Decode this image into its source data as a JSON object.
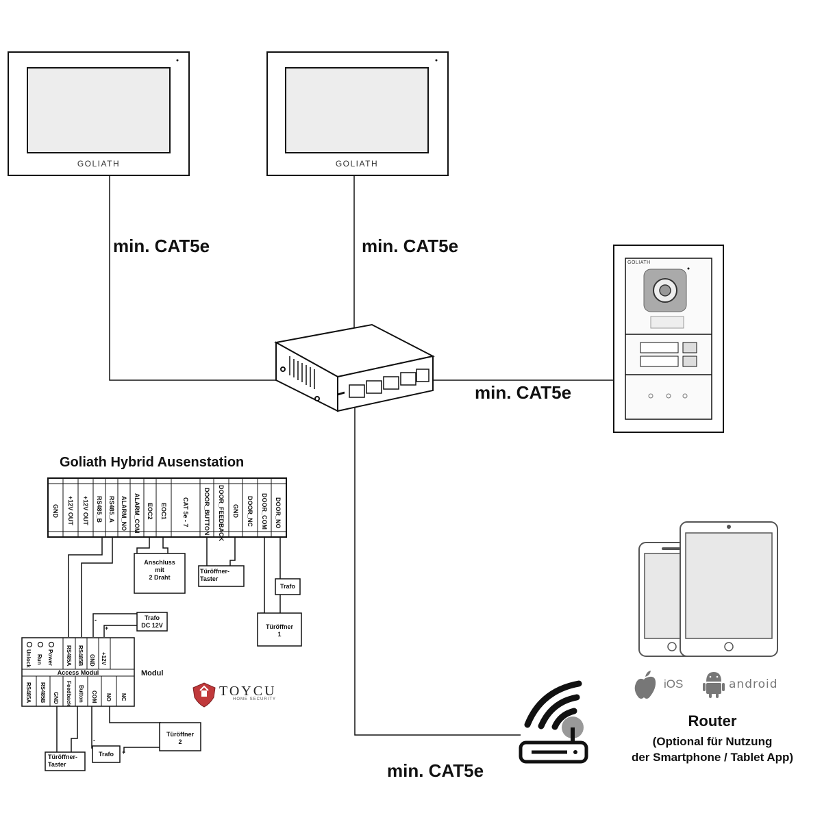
{
  "monitor_brand": "GOLIATH",
  "doorstation_brand": "GOLIATH",
  "cable_label": "min. CAT5e",
  "hybrid_title": "Goliath Hybrid Ausenstation",
  "hybrid_terminals": [
    "GND",
    "+12V OUT",
    "+12V OUT",
    "RS485_B",
    "RS485_A",
    "ALARM_NO",
    "ALARM_COM",
    "EOC2",
    "EOC1",
    "CAT 5e - 7",
    "DOOR_BUTTON",
    "DOOR_FEEDBACK",
    "GND",
    "DOOR_NC",
    "DOOR_COM",
    "DOOR_NO"
  ],
  "boxes": {
    "anschluss": [
      "Anschluss",
      "mit",
      "2 Draht"
    ],
    "tueroeffner_taster": [
      "Türöffner-",
      "Taster"
    ],
    "trafo": "Trafo",
    "tueroeffner1": [
      "Türöffner",
      "1"
    ],
    "trafo_dc": [
      "Trafo",
      "DC 12V"
    ],
    "tueroeffner2": [
      "Türöffner",
      "2"
    ]
  },
  "access_module": {
    "name": "Access Modul",
    "label": "Modul",
    "leds": [
      "Unlock",
      "Run",
      "Power"
    ],
    "top_terminals": [
      "RS485A",
      "RS485B",
      "GND",
      "+12V"
    ],
    "bottom_terminals": [
      "RS485A",
      "RS485B",
      "GND",
      "Feedback",
      "Button",
      "COM",
      "NO",
      "NC"
    ]
  },
  "logo": {
    "name": "TOYCU",
    "sub": "HOME SECURITY"
  },
  "os": {
    "ios": "iOS",
    "android": "android"
  },
  "router": {
    "title": "Router",
    "subtitle_line1": "(Optional für Nutzung",
    "subtitle_line2": "der Smartphone / Tablet App)"
  }
}
